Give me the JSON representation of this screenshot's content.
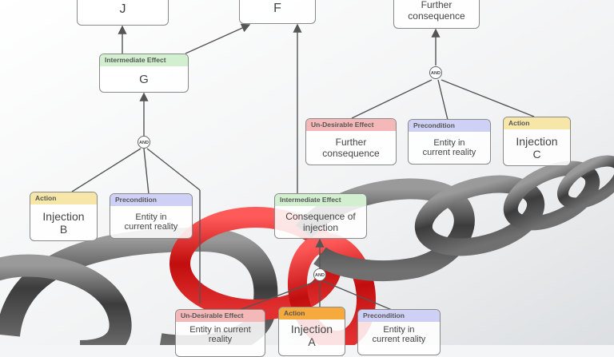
{
  "colors": {
    "action": "#f6e6a8",
    "precondition": "#cfd0f6",
    "undesirable": "#f4b8b8",
    "intermediate": "#d2f0d0",
    "chain_red": "#d11a1a",
    "chain_gray": "#5e5e5e"
  },
  "and_label": "AND",
  "nodes": {
    "j": {
      "title": "J"
    },
    "f": {
      "title": "F"
    },
    "top_further": {
      "line1": "Further",
      "line2": "consequence"
    },
    "g": {
      "header": "Intermediate Effect",
      "title": "G"
    },
    "undesirable_right": {
      "header": "Un-Desirable Effect",
      "line1": "Further",
      "line2": "consequence"
    },
    "precondition_right": {
      "header": "Precondition",
      "line1": "Entity in",
      "line2": "current reality"
    },
    "injection_c": {
      "header": "Action",
      "line1": "Injection",
      "line2": "C"
    },
    "injection_b": {
      "header": "Action",
      "line1": "Injection",
      "line2": "B"
    },
    "precondition_mid": {
      "header": "Precondition",
      "line1": "Entity in",
      "line2": "current reality"
    },
    "consequence_injection": {
      "header": "Intermediate Effect",
      "line1": "Consequence of",
      "line2": "injection"
    },
    "undesirable_bottom": {
      "header": "Un-Desirable Effect",
      "line1": "Entity in current",
      "line2": "reality"
    },
    "injection_a": {
      "header": "Action",
      "line1": "Injection",
      "line2": "A"
    },
    "precondition_bottom": {
      "header": "Precondition",
      "line1": "Entity in",
      "line2": "current reality"
    }
  }
}
